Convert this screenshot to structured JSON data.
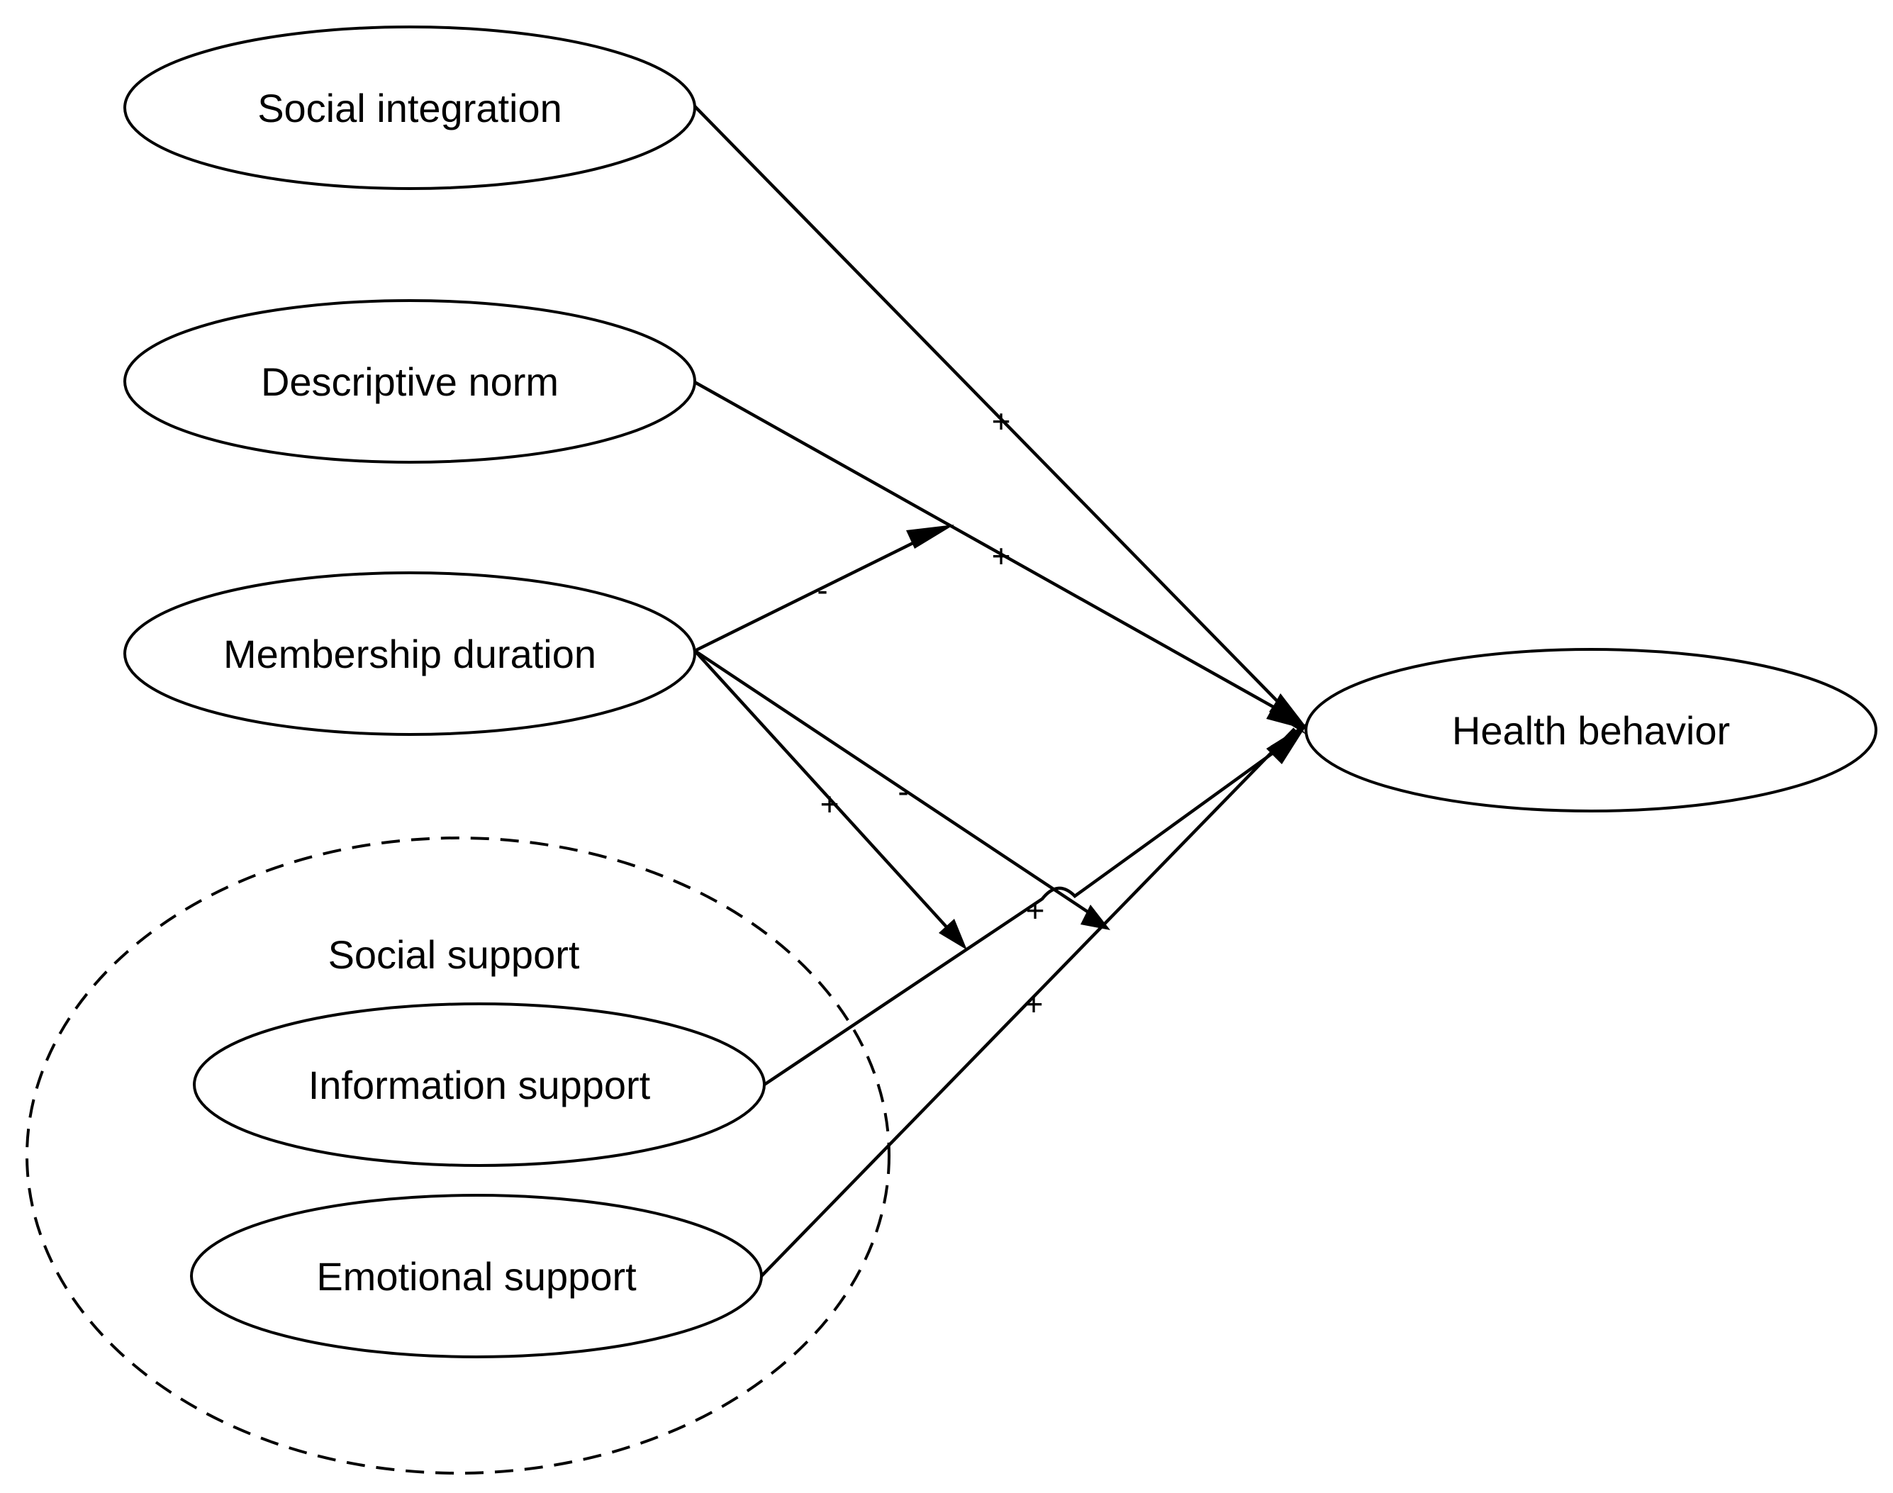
{
  "nodes": {
    "social_integration": "Social integration",
    "descriptive_norm": "Descriptive norm",
    "membership_duration": "Membership duration",
    "social_support": "Social support",
    "information_support": "Information support",
    "emotional_support": "Emotional support",
    "health_behavior": "Health behavior"
  },
  "edges": [
    {
      "from": "Social integration",
      "to": "Health behavior",
      "sign": "+"
    },
    {
      "from": "Descriptive norm",
      "to": "Health behavior",
      "sign": "+"
    },
    {
      "from": "Information support",
      "to": "Health behavior",
      "sign": "+"
    },
    {
      "from": "Emotional support",
      "to": "Health behavior",
      "sign": "+"
    },
    {
      "from": "Membership duration",
      "to": "Descriptive norm → Health behavior",
      "sign": "-"
    },
    {
      "from": "Membership duration",
      "to": "Information support → Health behavior",
      "sign": "+"
    },
    {
      "from": "Membership duration",
      "to": "Emotional support → Health behavior",
      "sign": "-"
    }
  ]
}
